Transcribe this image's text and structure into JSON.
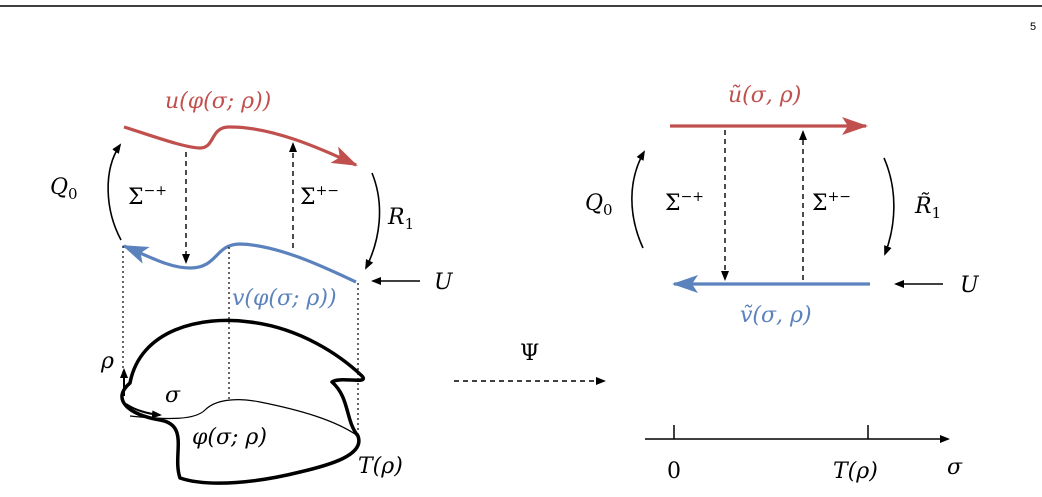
{
  "page": {
    "page_number": "5"
  },
  "left": {
    "u_label": "u(φ(σ; ρ))",
    "v_label": "v(φ(σ; ρ))",
    "Q_label": "Q",
    "Q_sub": "0",
    "R_label": "R",
    "R_sub": "1",
    "sigma_mp": "Σ",
    "sigma_mp_sup": "−+",
    "sigma_pm": "Σ",
    "sigma_pm_sup": "+−",
    "U_label": "U",
    "rho_label": "ρ",
    "sigma_label": "σ",
    "phi_label": "φ(σ; ρ)",
    "T_label": "T(ρ)"
  },
  "map": {
    "psi_label": "Ψ"
  },
  "right": {
    "u_label": "ũ(σ, ρ)",
    "v_label": "ṽ(σ, ρ)",
    "Q_label": "Q",
    "Q_sub": "0",
    "R_label": "R̃",
    "R_sub": "1",
    "sigma_mp": "Σ",
    "sigma_mp_sup": "−+",
    "sigma_pm": "Σ",
    "sigma_pm_sup": "+−",
    "U_label": "U",
    "axis_zero": "0",
    "axis_T": "T(ρ)",
    "axis_sigma": "σ"
  },
  "colors": {
    "u_curve": "#c0504d",
    "v_curve": "#5b82bd",
    "ink": "#000000"
  }
}
